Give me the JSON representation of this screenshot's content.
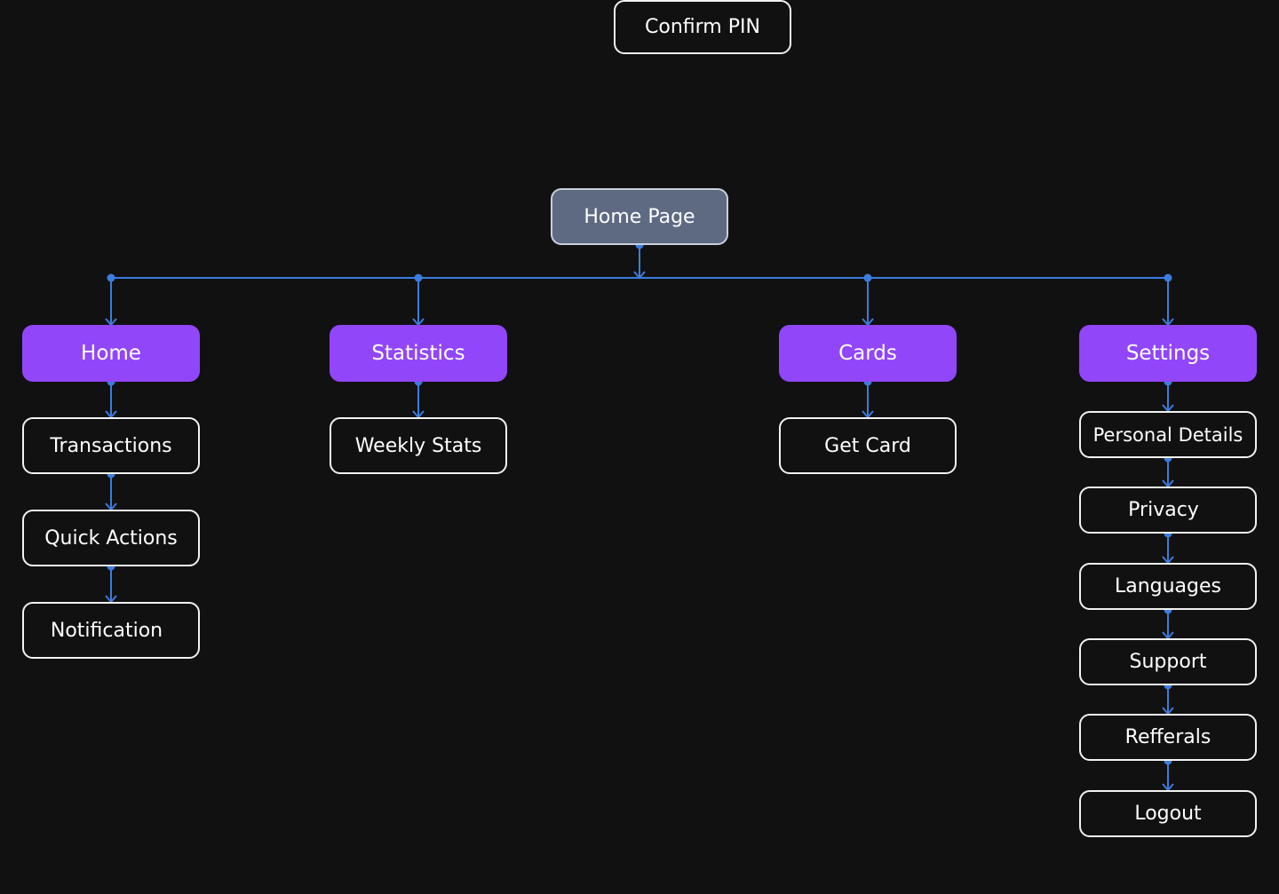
{
  "diagram": {
    "connector_color": "#3b7de0",
    "accent_color": "#9146fa",
    "root_color": "#5e6a82",
    "background": "#111111",
    "nodes": {
      "confirm_pin": "Confirm PIN",
      "home_page": "Home Page",
      "home": "Home",
      "statistics": "Statistics",
      "cards": "Cards",
      "settings": "Settings",
      "transactions": "Transactions",
      "quick_actions": "Quick Actions",
      "notification": "Notification",
      "weekly_stats": "Weekly Stats",
      "get_card": "Get Card",
      "personal_details": "Personal Details",
      "privacy": "Privacy",
      "languages": "Languages",
      "support": "Support",
      "refferals": "Refferals",
      "logout": "Logout"
    }
  }
}
